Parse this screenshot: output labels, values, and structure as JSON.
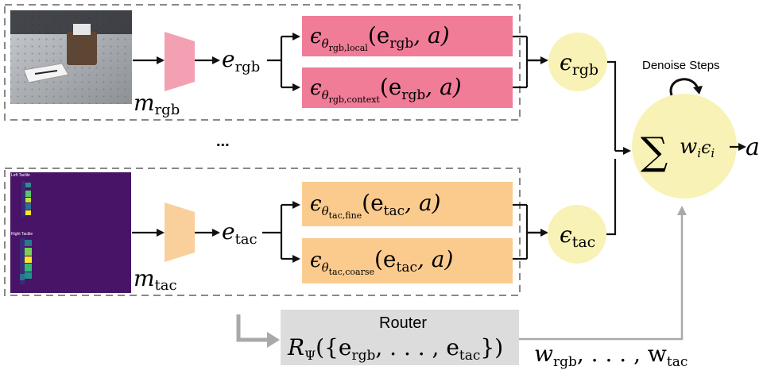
{
  "rgb_branch": {
    "encoder_label": "m",
    "encoder_sub": "rgb",
    "embedding": "e",
    "embedding_sub": "rgb",
    "policy_top": {
      "eps": "ϵ",
      "theta_sub": "rgb,local",
      "args": "(e",
      "arg_sub": "rgb",
      "tail": ", a)"
    },
    "policy_bottom": {
      "eps": "ϵ",
      "theta_sub": "rgb,context",
      "args": "(e",
      "arg_sub": "rgb",
      "tail": ", a)"
    },
    "output": "ϵ",
    "output_sub": "rgb"
  },
  "ellipsis": "...",
  "tac_branch": {
    "encoder_label": "m",
    "encoder_sub": "tac",
    "embedding": "e",
    "embedding_sub": "tac",
    "tactile_labels": {
      "left": "Left Tactile",
      "right": "Right Tactile"
    },
    "policy_top": {
      "eps": "ϵ",
      "theta_sub": "tac,fine",
      "args": "(e",
      "arg_sub": "tac",
      "tail": ", a)"
    },
    "policy_bottom": {
      "eps": "ϵ",
      "theta_sub": "tac,coarse",
      "args": "(e",
      "arg_sub": "tac",
      "tail": ", a)"
    },
    "output": "ϵ",
    "output_sub": "tac"
  },
  "aggregator": {
    "denoise_label": "Denoise Steps",
    "sum_symbol": "∑",
    "sum_expr": "w",
    "output": "a"
  },
  "router": {
    "title": "Router",
    "formula_R": "R",
    "formula_sub": "Ψ",
    "formula_body": "({e",
    "weights": "w"
  },
  "colors": {
    "policy_pink": "#f07c98",
    "policy_orange": "#fbcb8e",
    "encoder_pink": "#f4a0b3",
    "encoder_orange": "#f9cf9b",
    "node_yellow": "#f9f2b6",
    "router_gray": "#dcdcdc",
    "tactile_bg": "#481467",
    "dashed_border": "#888888",
    "router_arrow": "#a9a9a9"
  },
  "icons": [
    "denoise-loop-icon",
    "router-elbow-arrow-icon"
  ]
}
